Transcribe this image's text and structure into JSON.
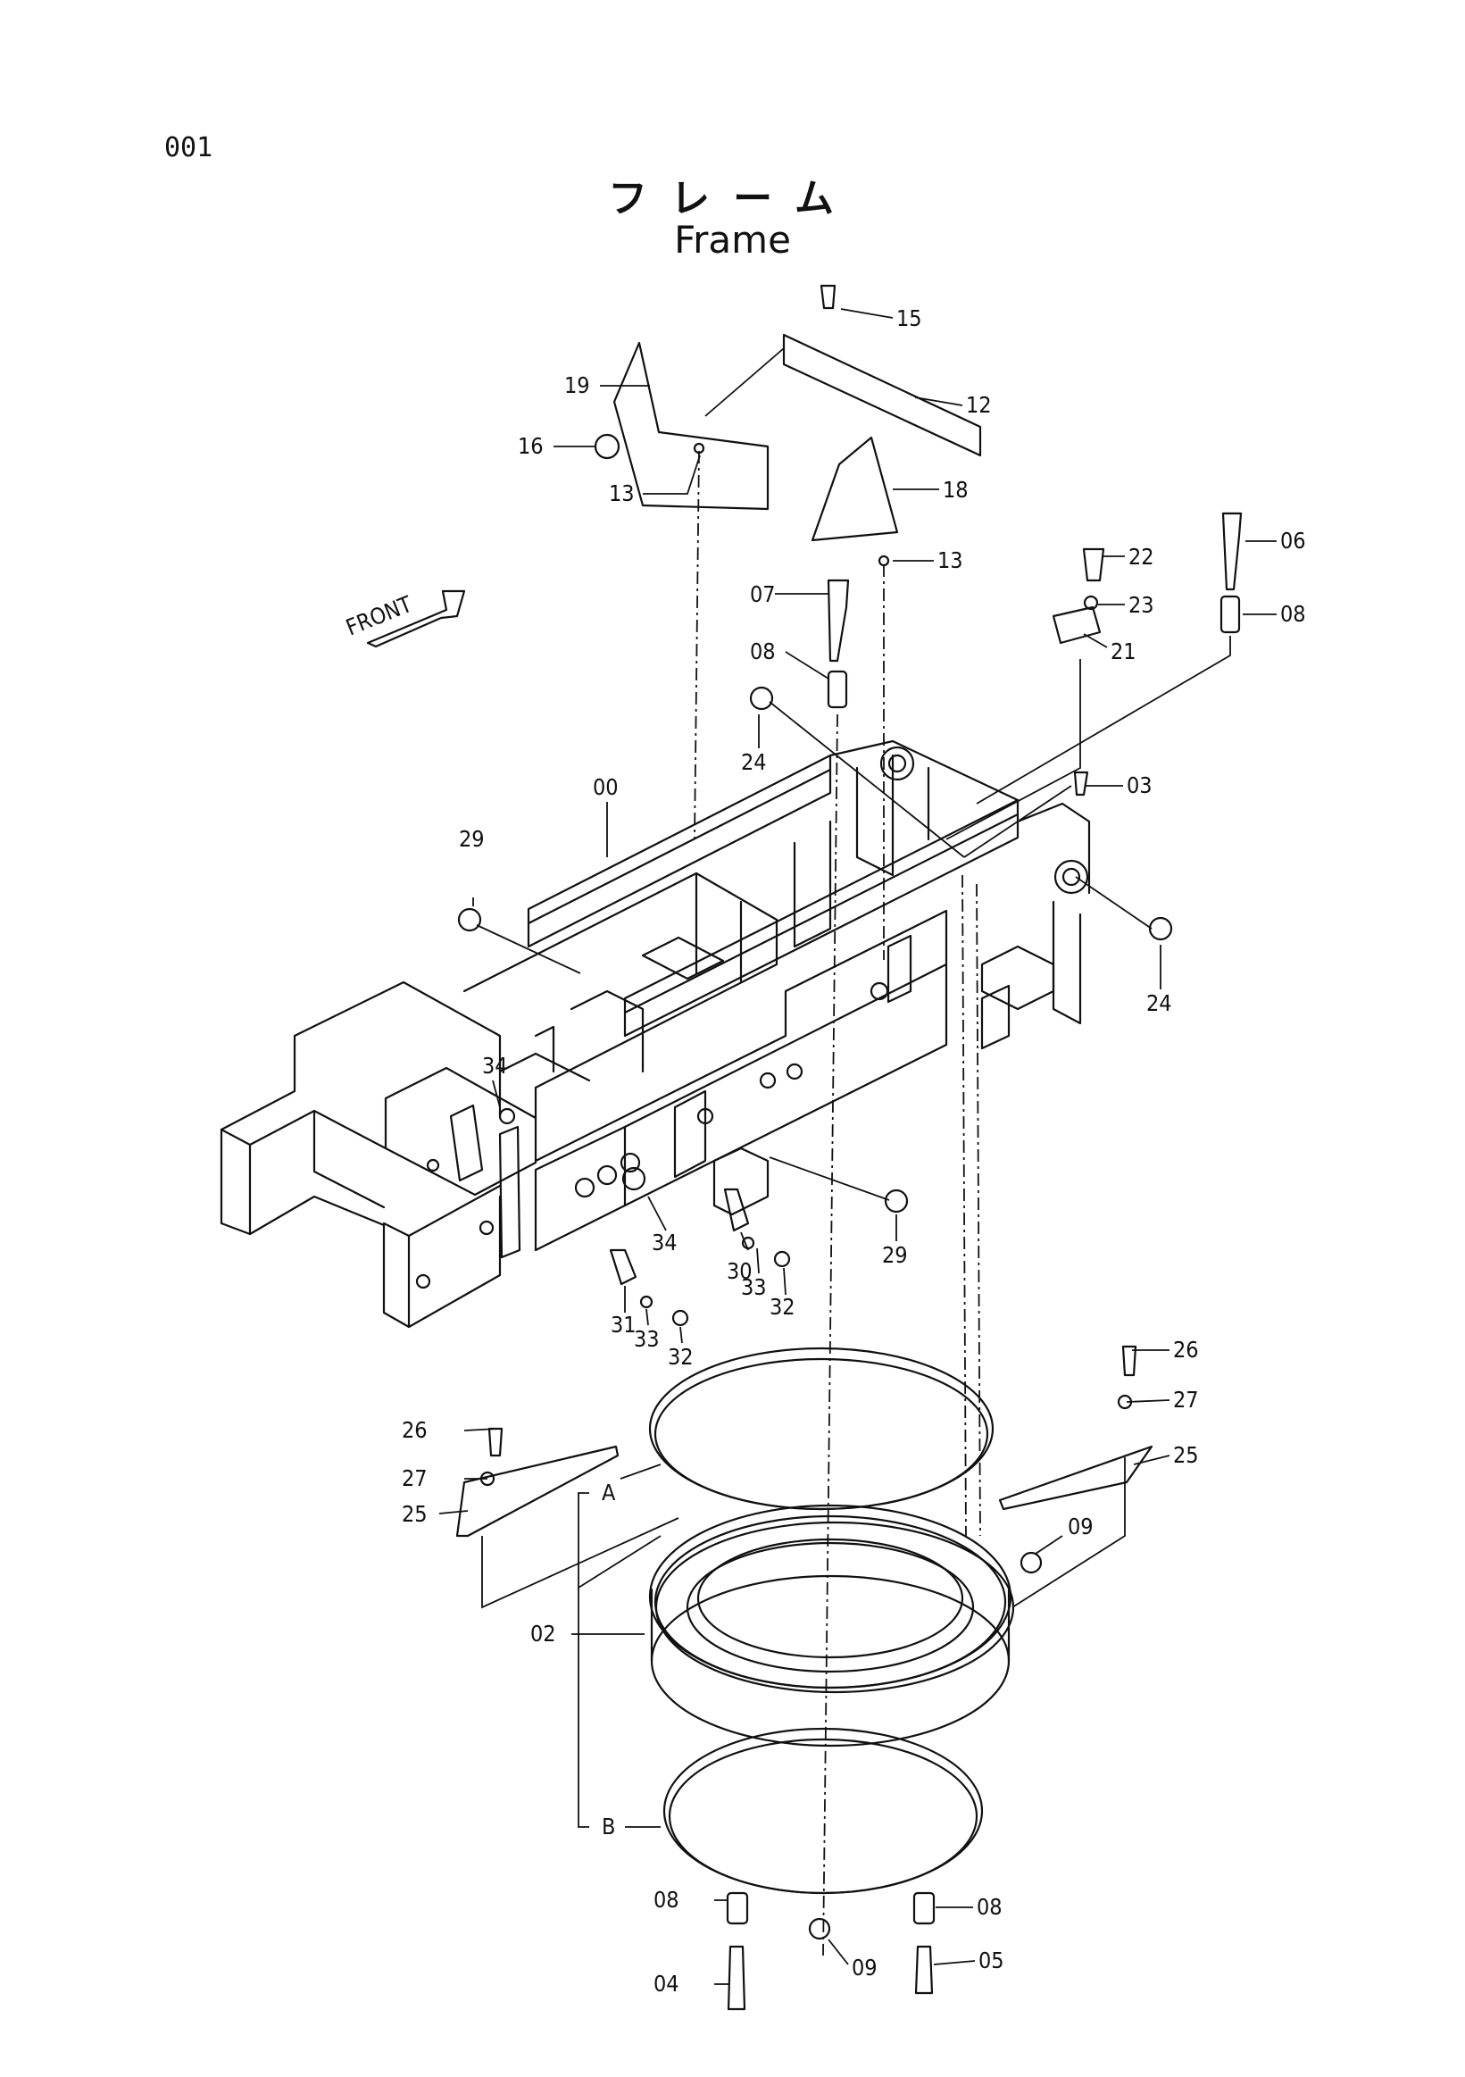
{
  "page_number": "001",
  "title_jp": "フレーム",
  "title_en": "Frame",
  "front_label": "FRONT",
  "callouts": {
    "p15": "15",
    "p12": "12",
    "p19": "19",
    "p16": "16",
    "p13a": "13",
    "p18": "18",
    "p13b": "13",
    "p07": "07",
    "p08a": "08",
    "p24a": "24",
    "p22": "22",
    "p23": "23",
    "p21": "21",
    "p06": "06",
    "p08b": "08",
    "p03": "03",
    "p00": "00",
    "p29a": "29",
    "p24b": "24",
    "p34a": "34",
    "p34b": "34",
    "p30": "30",
    "p33a": "33",
    "p32a": "32",
    "p29b": "29",
    "p31": "31",
    "p33b": "33",
    "p32b": "32",
    "p26a": "26",
    "p27a": "27",
    "p25a": "25",
    "p26b": "26",
    "p27b": "27",
    "p25b": "25",
    "pA": "A",
    "p09a": "09",
    "p02": "02",
    "pB": "B",
    "p08c": "08",
    "p08d": "08",
    "p04": "04",
    "p09b": "09",
    "p05": "05"
  }
}
